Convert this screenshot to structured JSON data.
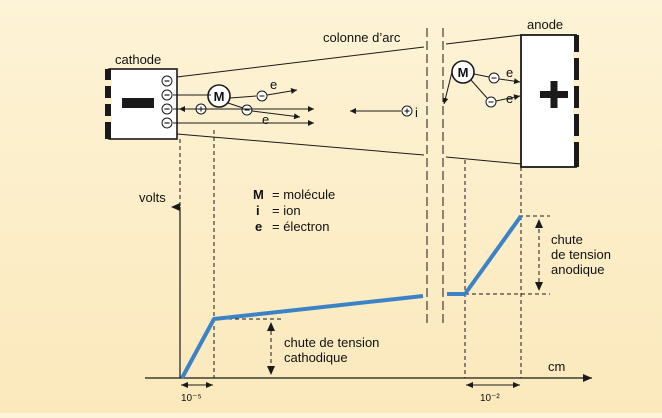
{
  "diagram": {
    "labels": {
      "cathode": "cathode",
      "anode": "anode",
      "arc_column": "colonne d’arc",
      "volts": "volts",
      "cm": "cm",
      "cathode_sign": "−",
      "anode_sign": "+",
      "molecule_symbol": "M",
      "electron_symbol": "e",
      "ion_symbol": "i",
      "cathode_drop": [
        "chute de tension",
        "cathodique"
      ],
      "anode_drop": [
        "chute",
        "de tension",
        "anodique"
      ],
      "tick_1": "10⁻⁵",
      "tick_2": "10⁻²"
    },
    "legend": [
      {
        "key": "M",
        "text": "= molécule"
      },
      {
        "key": "i",
        "text": "= ion"
      },
      {
        "key": "e",
        "text": "= électron"
      }
    ],
    "colors": {
      "curve": "#3b83c6",
      "line": "#1a1a1a",
      "background": "#fcefcb"
    }
  }
}
